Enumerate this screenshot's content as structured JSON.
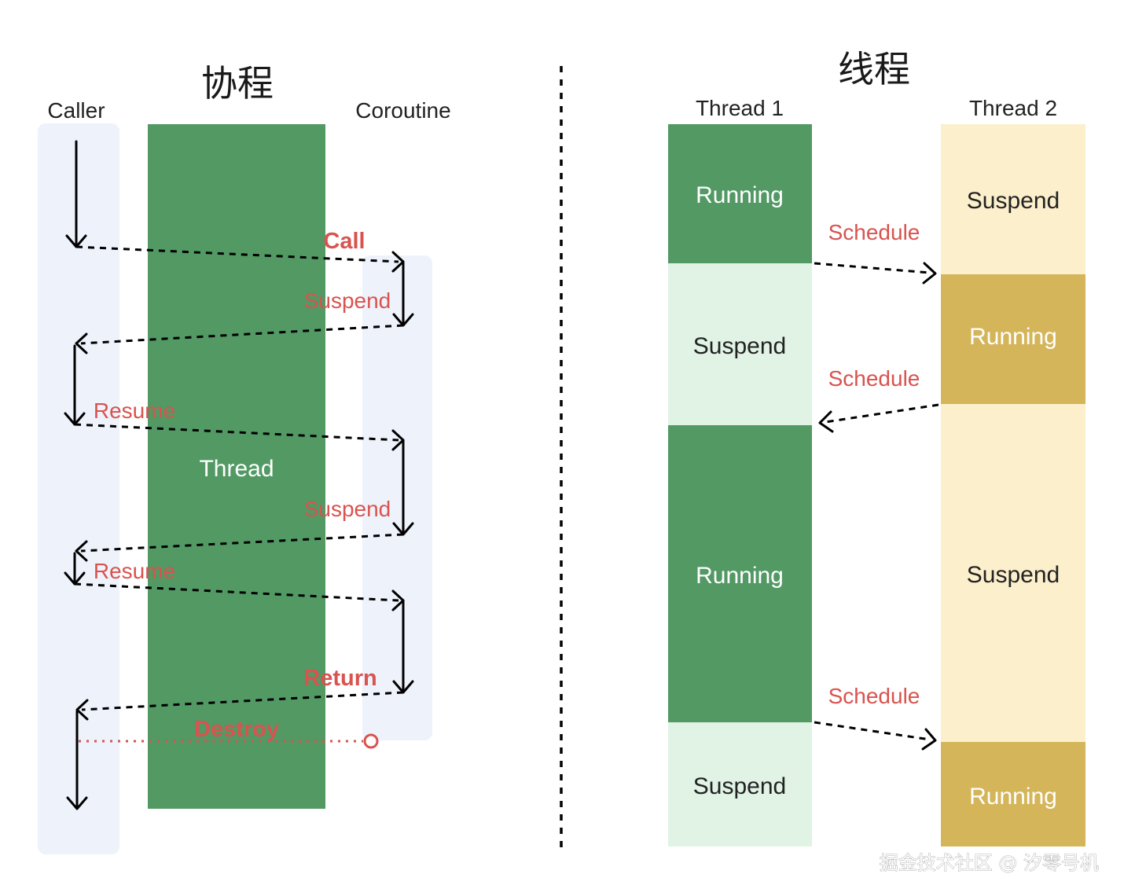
{
  "coroutine_panel": {
    "title": "协程",
    "caller_label": "Caller",
    "coroutine_label": "Coroutine",
    "thread_label": "Thread",
    "call_label": "Call",
    "suspend_label": "Suspend",
    "resume_label": "Resume",
    "return_label": "Return",
    "destroy_label": "Destroy"
  },
  "thread_panel": {
    "title": "线程",
    "thread1_label": "Thread 1",
    "thread2_label": "Thread 2",
    "running_label": "Running",
    "suspend_label": "Suspend",
    "schedule_label": "Schedule"
  },
  "watermark": "掘金技术社区 @ 汐零号机",
  "colors": {
    "running_green": "#529964",
    "suspend_light_green": "#e0f3e5",
    "running_gold": "#d4b55a",
    "suspend_cream": "#fcefcc",
    "lane_bg": "#eef2fb",
    "label_red": "#d9534f"
  }
}
